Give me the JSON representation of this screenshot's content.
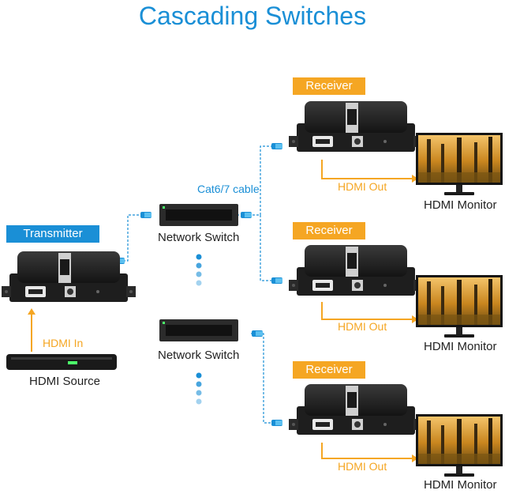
{
  "title": "Cascading Switches",
  "transmitter_label": "Transmitter",
  "receiver_label": "Receiver",
  "hdmi_in_label": "HDMI In",
  "hdmi_source_label": "HDMI Source",
  "network_switch_label": "Network Switch",
  "cable_label": "Cat6/7 cable",
  "hdmi_out_label": "HDMI Out",
  "hdmi_monitor_label": "HDMI Monitor",
  "colors": {
    "title": "#1a8fd6",
    "accent_orange": "#f5a623",
    "accent_blue": "#1a8fd6",
    "device": "#1c1c1c"
  }
}
